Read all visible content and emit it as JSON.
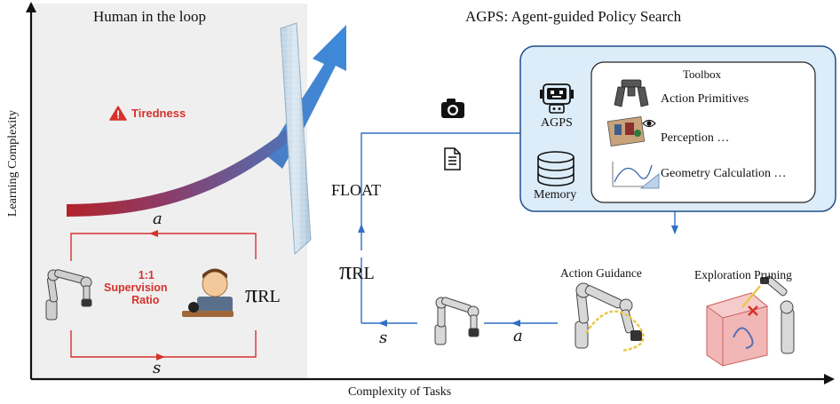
{
  "left_panel": {
    "title": "Human in the loop",
    "tiredness": "Tiredness",
    "supervision_line1": "1:1",
    "supervision_line2": "Supervision",
    "supervision_line3": "Ratio",
    "loop_top": "a",
    "loop_bottom": "s",
    "policy_symbol": "π",
    "policy_sub": "RL"
  },
  "right_panel": {
    "title": "AGPS: Agent-guided Policy Search",
    "agps_label": "AGPS",
    "memory_label": "Memory",
    "toolbox_title": "Toolbox",
    "tools": [
      "Action Primitives",
      "Perception …",
      "Geometry Calculation …"
    ],
    "float_label": "FLOAT",
    "policy_symbol": "π",
    "policy_sub": "RL",
    "loop_state": "s",
    "loop_action": "a",
    "action_guidance": "Action Guidance",
    "exploration_pruning": "Exploration Pruning"
  },
  "axes": {
    "x_label": "Complexity of Tasks",
    "y_label": "Learning Complexity"
  },
  "colors": {
    "panel_bg": "#efefef",
    "red": "#d6322b",
    "blue": "#2f6fc4",
    "box_fill": "#dcecf8",
    "box_stroke": "#1f4e8c"
  },
  "icons": [
    "warning-icon",
    "camera-icon",
    "document-icon",
    "robot-face-icon",
    "database-icon",
    "gripper-icon",
    "eye-icon",
    "compass-icon",
    "robot-arm-icon",
    "human-operator-icon"
  ]
}
